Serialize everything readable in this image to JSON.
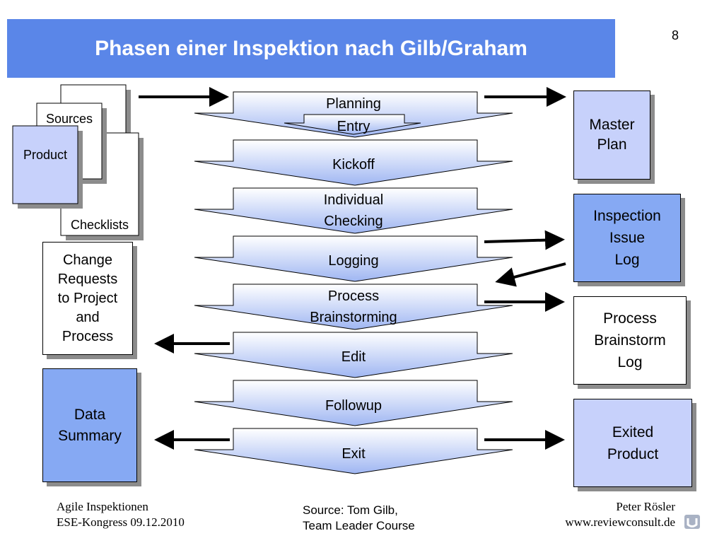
{
  "slide": {
    "title": "Phasen einer Inspektion nach Gilb/Graham",
    "page_number": "8"
  },
  "inputs": {
    "sources": "Sources",
    "product": "Product",
    "checklists": "Checklists",
    "change_requests": [
      "Change",
      "Requests",
      "to Project",
      "and",
      "Process"
    ],
    "data_summary": [
      "Data",
      "Summary"
    ]
  },
  "phases": {
    "planning": "Planning",
    "entry": "Entry",
    "kickoff": "Kickoff",
    "individual_checking": [
      "Individual",
      "Checking"
    ],
    "logging": "Logging",
    "process_brainstorming": [
      "Process",
      "Brainstorming"
    ],
    "edit": "Edit",
    "followup": "Followup",
    "exit": "Exit"
  },
  "outputs": {
    "master_plan": [
      "Master",
      "Plan"
    ],
    "inspection_issue_log": [
      "Inspection",
      "Issue",
      "Log"
    ],
    "process_brainstorm_log": [
      "Process",
      "Brainstorm",
      "Log"
    ],
    "exited_product": [
      "Exited",
      "Product"
    ]
  },
  "footer": {
    "left": [
      "Agile Inspektionen",
      "ESE-Kongress 09.12.2010"
    ],
    "center": [
      "Source: Tom Gilb,",
      "Team Leader Course"
    ],
    "right": [
      "Peter Rösler",
      "www.reviewconsult.de"
    ]
  },
  "colors": {
    "title_bar": "#5a86e8",
    "light_blue": "#c7d1fb",
    "medium_blue": "#86a9f3",
    "shadow": "#8c8c8c"
  }
}
